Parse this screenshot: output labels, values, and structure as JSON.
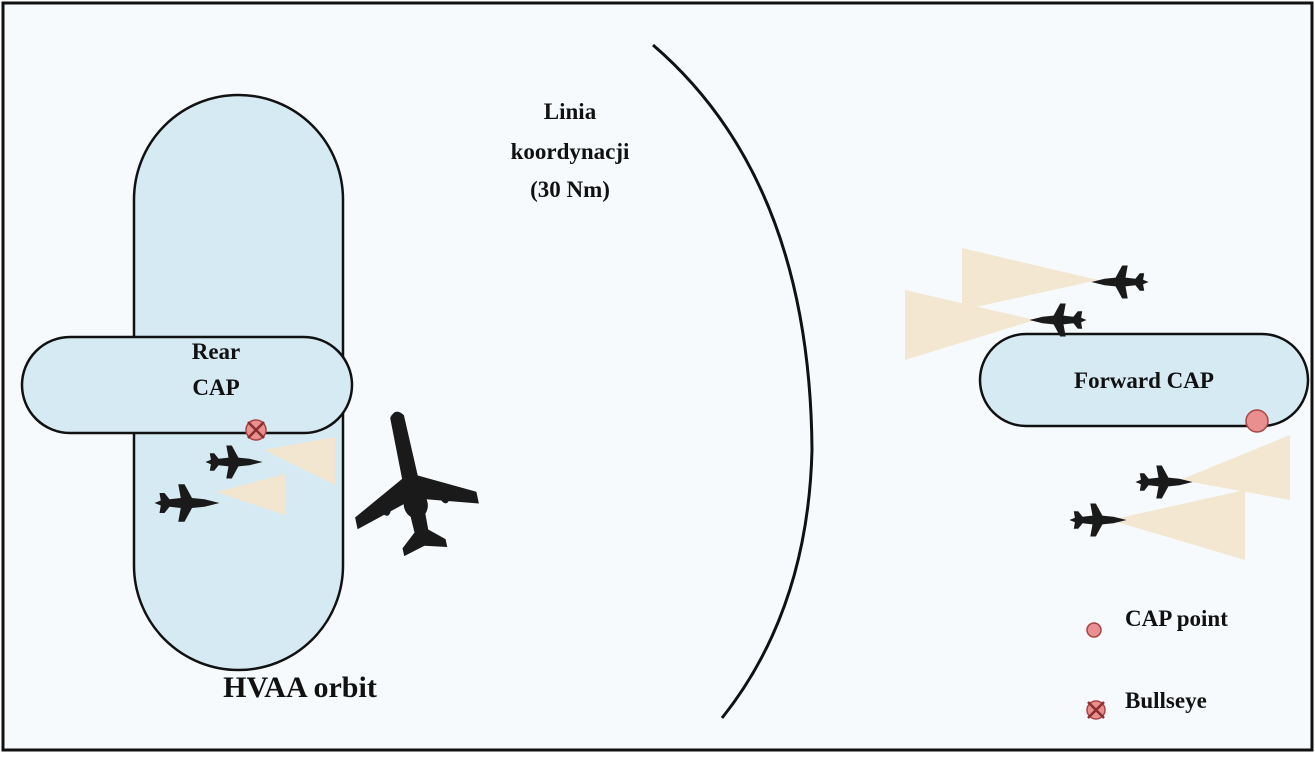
{
  "labels": {
    "coordination_line": [
      "Linia",
      "koordynacji",
      "(30 Nm)"
    ],
    "rear_cap": [
      "Rear",
      "CAP"
    ],
    "forward_cap": "Forward CAP",
    "hvaa_orbit": "HVAA orbit"
  },
  "legend": {
    "cap_point": "CAP point",
    "bullseye": "Bullseye"
  },
  "colors": {
    "background": "#f6fafc",
    "frame": "#111111",
    "orbit_fill": "#d6eaf4",
    "cap_point": "#e98f8f",
    "bullseye": "#e98f8f",
    "radar_cone": "#f3e6cf",
    "aircraft": "#1a1a1a"
  }
}
